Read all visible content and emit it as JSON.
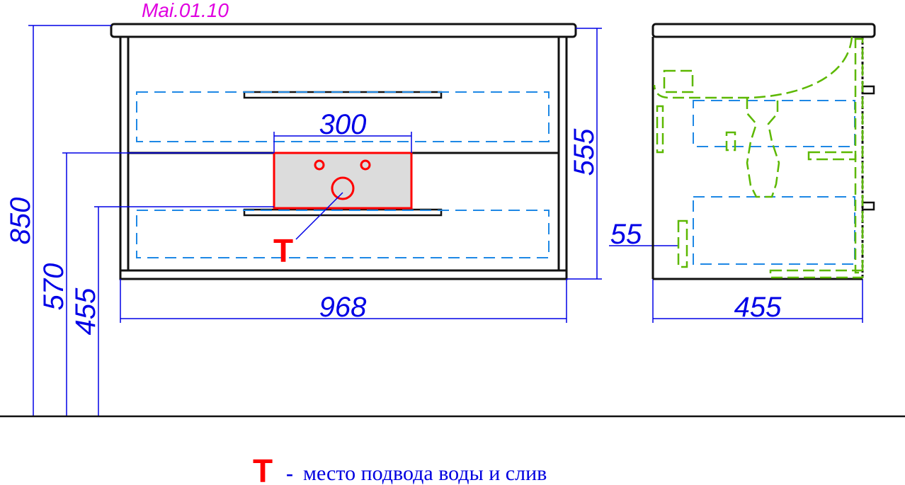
{
  "model_code": "Mai.01.10",
  "front": {
    "dim_width": "968",
    "dim_height_total": "850",
    "dim_height_body": "555",
    "dim_opening": "300",
    "dim_top_opening": "570",
    "dim_bottom_opening": "455",
    "marker": "T"
  },
  "side": {
    "dim_depth": "455",
    "dim_offset": "55"
  },
  "legend": {
    "marker": "T",
    "dash": "-",
    "text": "место подвода воды и слив"
  },
  "colors": {
    "dimension": "#0000e6",
    "marker": "#ff0000",
    "plumbing": "#5cb800",
    "drawer": "#1e88e5"
  }
}
